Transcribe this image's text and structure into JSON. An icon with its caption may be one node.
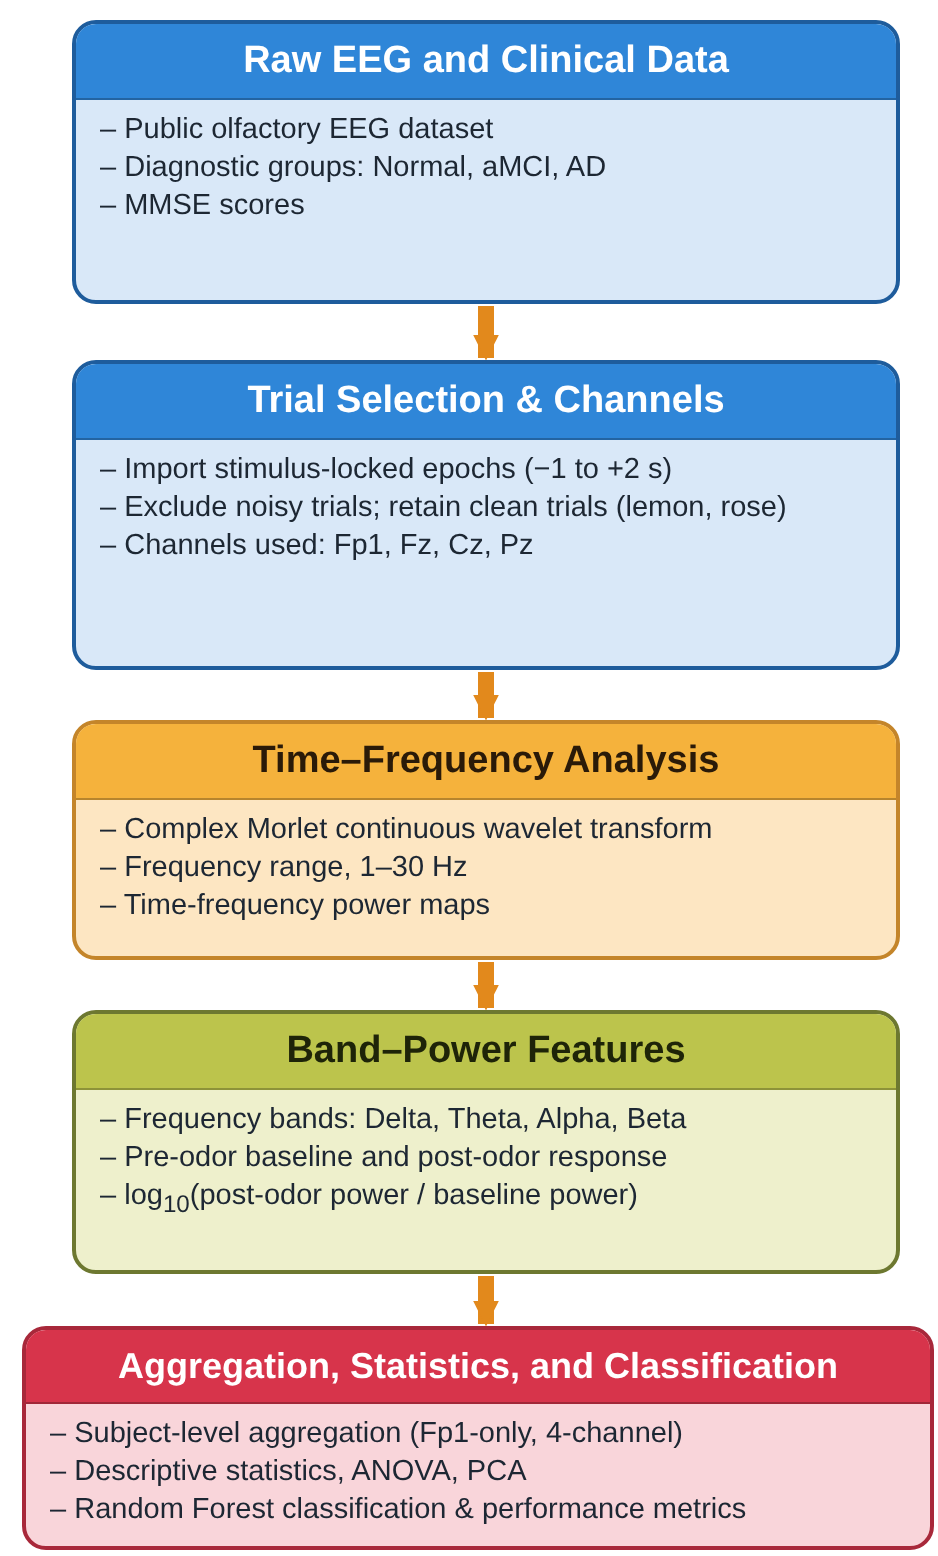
{
  "diagram": {
    "nodes": [
      {
        "text": [
          "Raw EEG and Clinical Data",
          "– Public olfactory EEG dataset",
          "– Diagnostic groups: Normal, aMCI, AD",
          "– MMSE scores"
        ]
      },
      {
        "text": [
          "Trial Selection & Channels",
          "– Import stimulus-locked epochs (−1 to +2 s)",
          "– Exclude noisy trials; retain clean trials (lemon, rose)",
          "– Channels used: Fp1, Fz, Cz, Pz"
        ]
      },
      {
        "text": [
          "Time–Frequency Analysis",
          "– Complex Morlet continuous wavelet transform",
          "– Frequency range, 1–30 Hz",
          "– Time-frequency power maps"
        ]
      },
      {
        "text": [
          "Band–Power Features",
          "– Frequency bands: Delta, Theta, Alpha, Beta",
          "– Pre-odor baseline and post-odor response",
          "– log$_{10}$(post-odor power / baseline power)"
        ]
      },
      {
        "text": [
          "Aggregation, Statistics, and Classification",
          "– Subject-level aggregation (Fp1-only, 4-channel)",
          "– Descriptive statistics, ANOVA, PCA",
          "– Random Forest classification & performance metrics"
        ]
      }
    ],
    "edges": [
      {
        "from": 0,
        "to": 1,
        "arrow": "to"
      },
      {
        "from": 1,
        "to": 2,
        "arrow": "to"
      },
      {
        "from": 2,
        "to": 3,
        "arrow": "to"
      },
      {
        "from": 3,
        "to": 4,
        "arrow": "to"
      }
    ]
  }
}
